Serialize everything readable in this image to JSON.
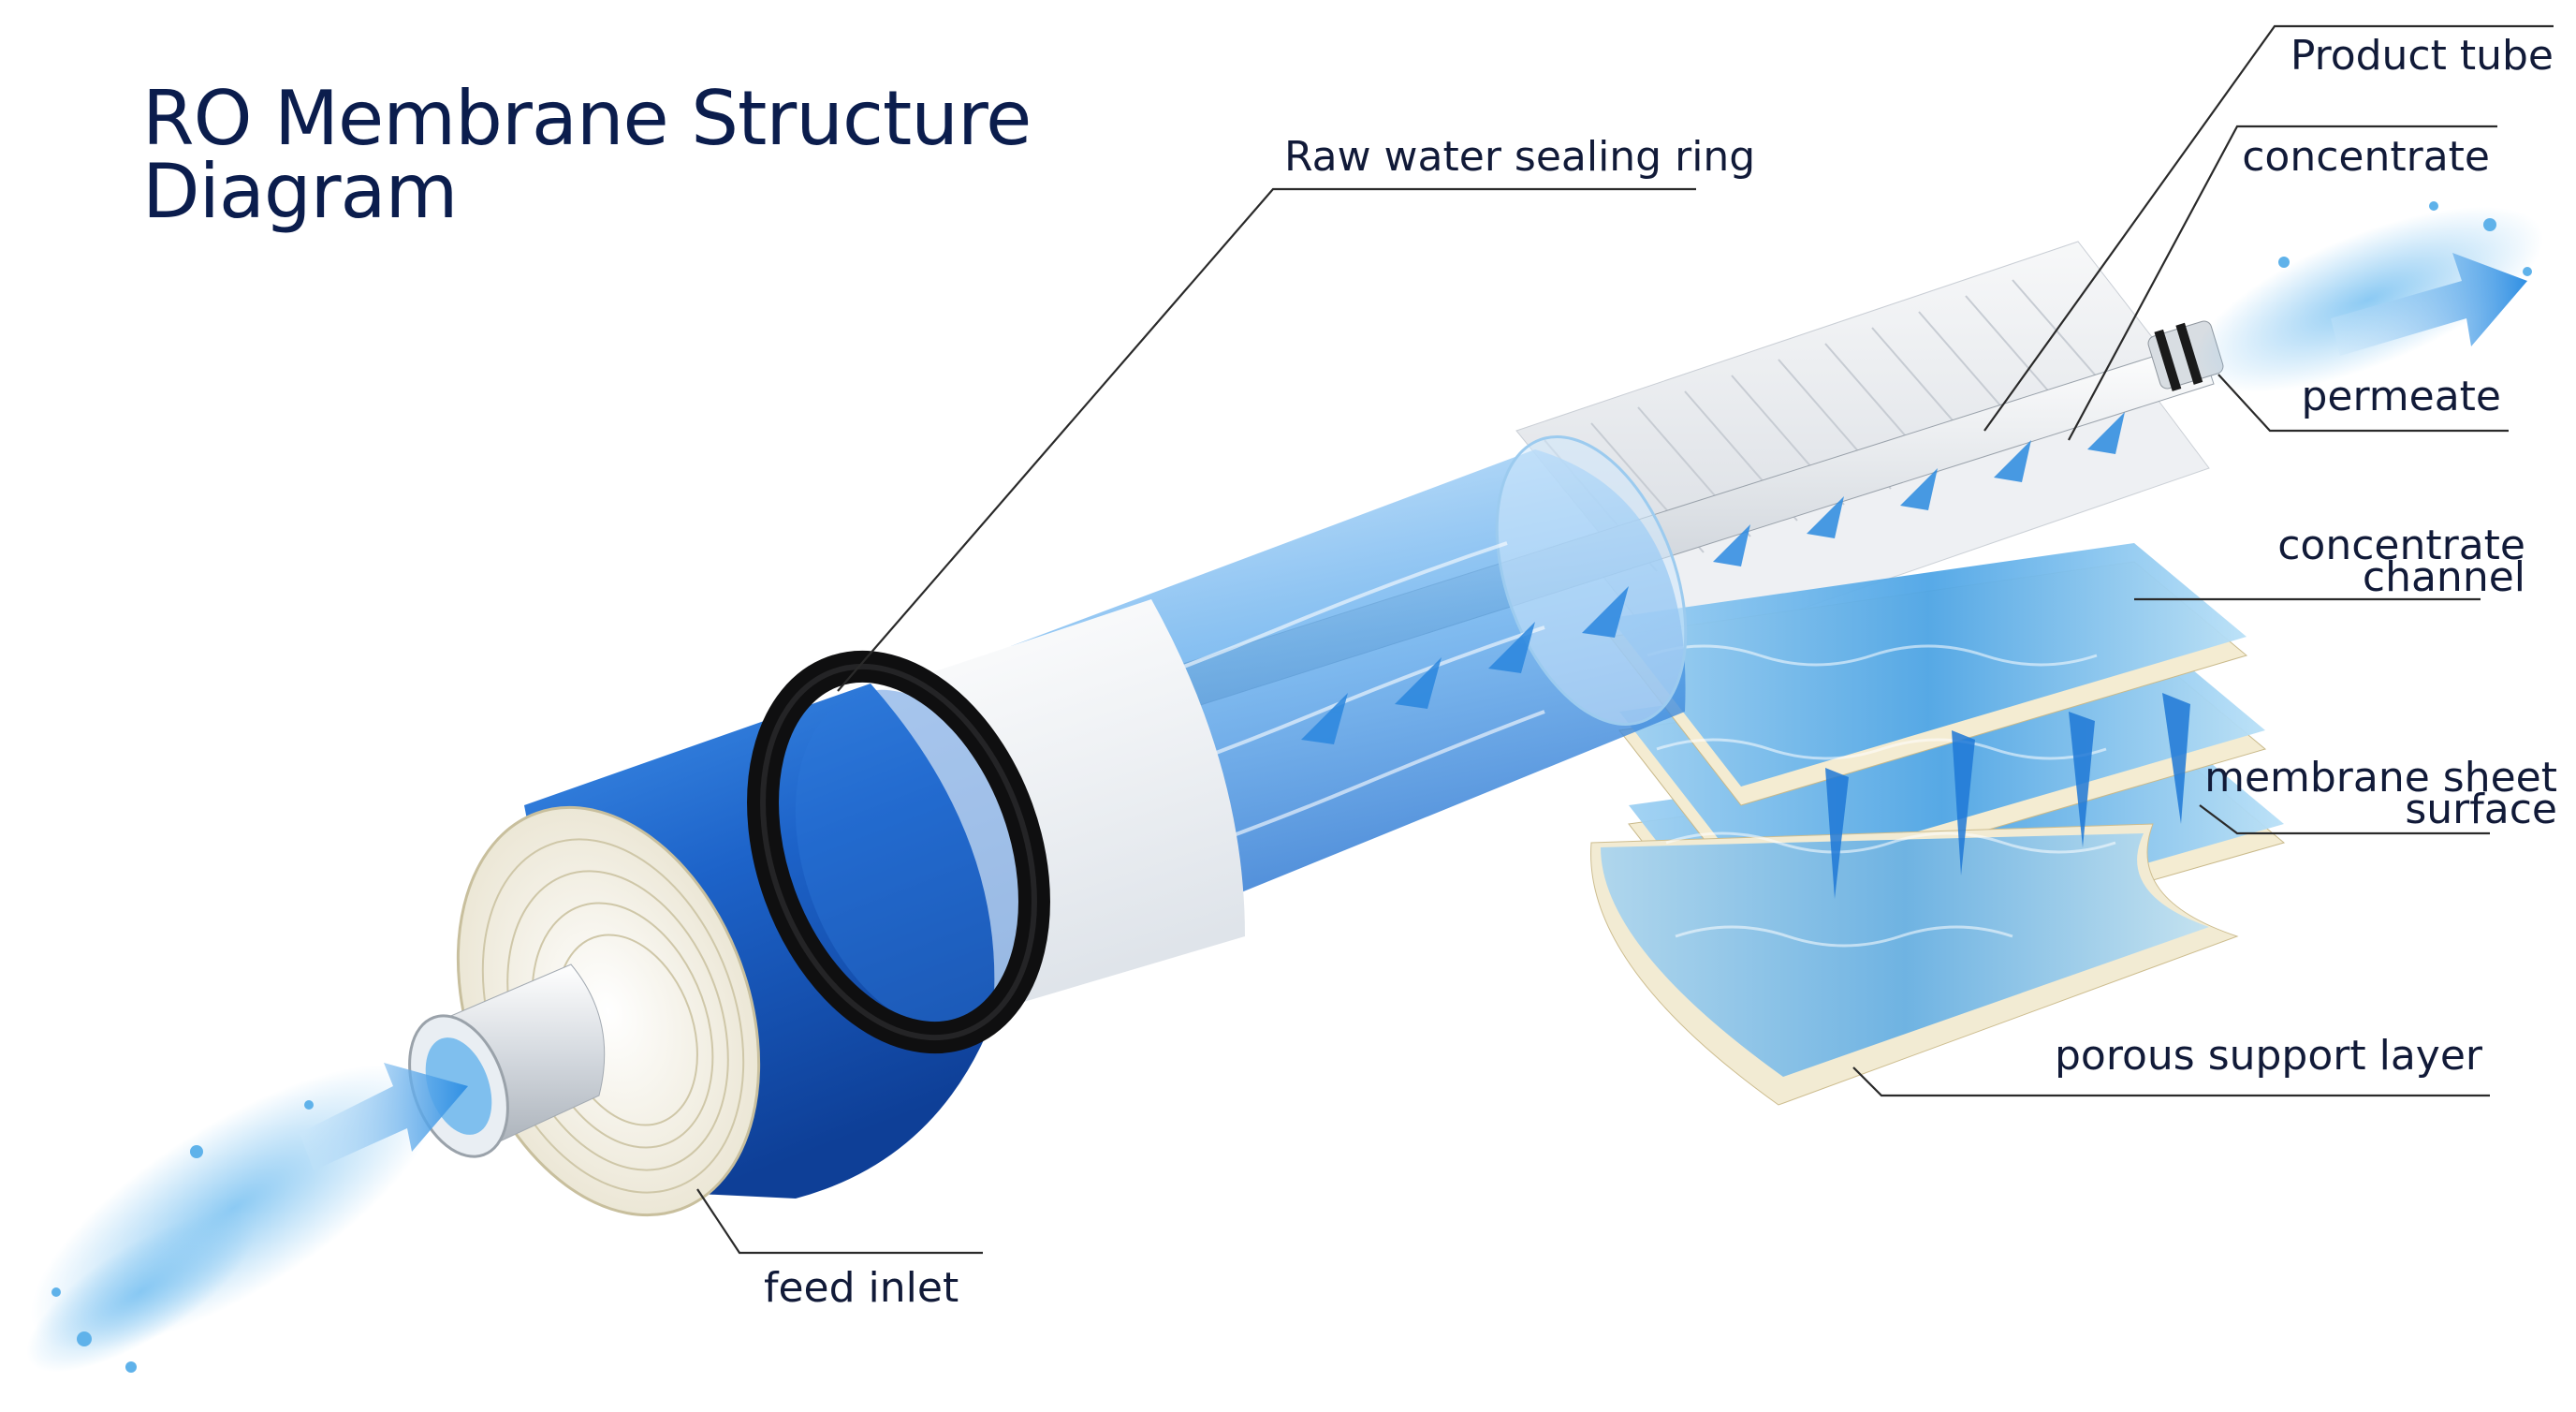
{
  "diagram": {
    "title_lines": [
      "RO Membrane Structure",
      "Diagram"
    ],
    "labels": {
      "product_tube": "Product tube",
      "concentrate": "concentrate",
      "raw_water_sealing_ring": "Raw water sealing ring",
      "permeate": "permeate",
      "concentrate_channel": [
        "concentrate",
        "channel"
      ],
      "membrane_sheet_surface": [
        "membrane sheet",
        "surface"
      ],
      "porous_support_layer": "porous support layer",
      "feed_inlet": "feed inlet"
    },
    "colors": {
      "title": "#0b1d4d",
      "label": "#111a38",
      "leader_line": "#2a2a2a",
      "membrane_blue": "#1e63c6",
      "water_blue": "#5fb2ea",
      "sealing_ring": "#111111",
      "sheet_white": "#f3f4f6"
    },
    "icons": [
      "water-splash-icon",
      "flow-arrow-icon"
    ]
  }
}
